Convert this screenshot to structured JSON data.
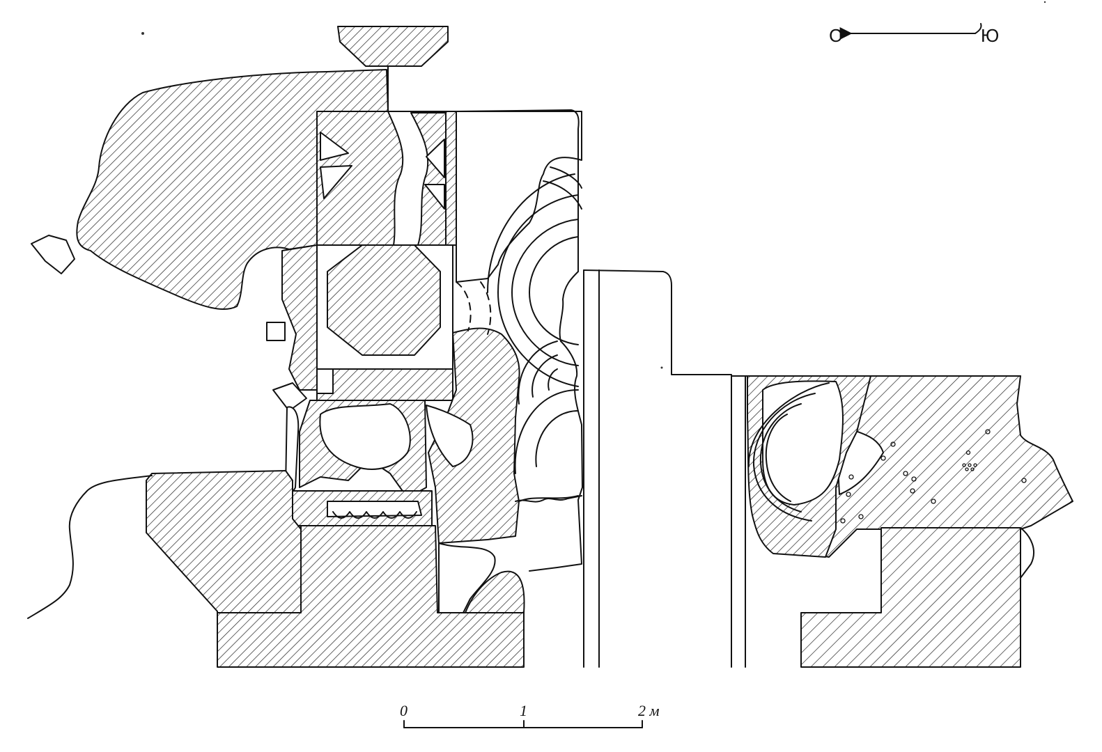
{
  "north_arrow": {
    "north_label": "С",
    "south_label": "Ю"
  },
  "scale_bar": {
    "ticks": [
      "0",
      "1",
      "2 м"
    ]
  },
  "colors": {
    "ink": "#111111",
    "paper": "#ffffff"
  }
}
